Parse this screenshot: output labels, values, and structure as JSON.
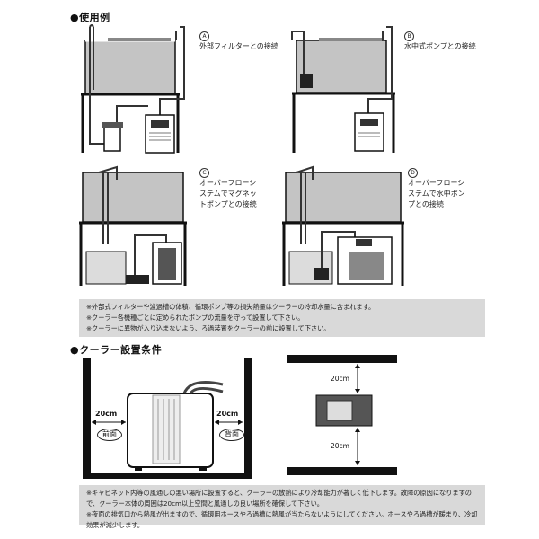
{
  "usage": {
    "title": "●使用例",
    "cases": [
      {
        "letter": "A",
        "label": "外部フィルターとの接続"
      },
      {
        "letter": "B",
        "label": "水中式ポンプとの接続"
      },
      {
        "letter": "C",
        "label": "オーバーフローシステムでマグネットポンプとの接続"
      },
      {
        "letter": "D",
        "label": "オーバーフローシステムで水中ポンプとの接続"
      }
    ],
    "notes": [
      "※外部式フィルターや濾過槽の体積、循環ポンプ等の損失熱量はクーラーの冷却水量に含まれます。",
      "※クーラー各機種ごとに定められたポンプの流量を守って設置して下さい。",
      "※クーラーに異物が入り込まないよう、ろ過装置をクーラーの前に設置して下さい。"
    ]
  },
  "install": {
    "title": "●クーラー設置条件",
    "left_gap": "20cm",
    "right_gap": "20cm",
    "front_label": "前面",
    "back_label": "背面",
    "top_gap": "20cm",
    "bottom_gap": "20cm",
    "notes": [
      "※キャビネット内等の風通しの悪い場所に設置すると、クーラーの放熱により冷却能力が著しく低下します。故障の原因になりますので、クーラー本体の周囲は20cm以上空間と風通しの良い場所を確保して下さい。",
      "※夜面の排気口から熱風が出ますので、循環用ホースやろ過槽に熱風が当たらないようにしてください。ホースやろ過槽が暖まり、冷却効果が減少します。"
    ]
  },
  "colors": {
    "gray_panel": "#d9d9d9",
    "water": "#bdbdbd",
    "ink": "#111111"
  }
}
